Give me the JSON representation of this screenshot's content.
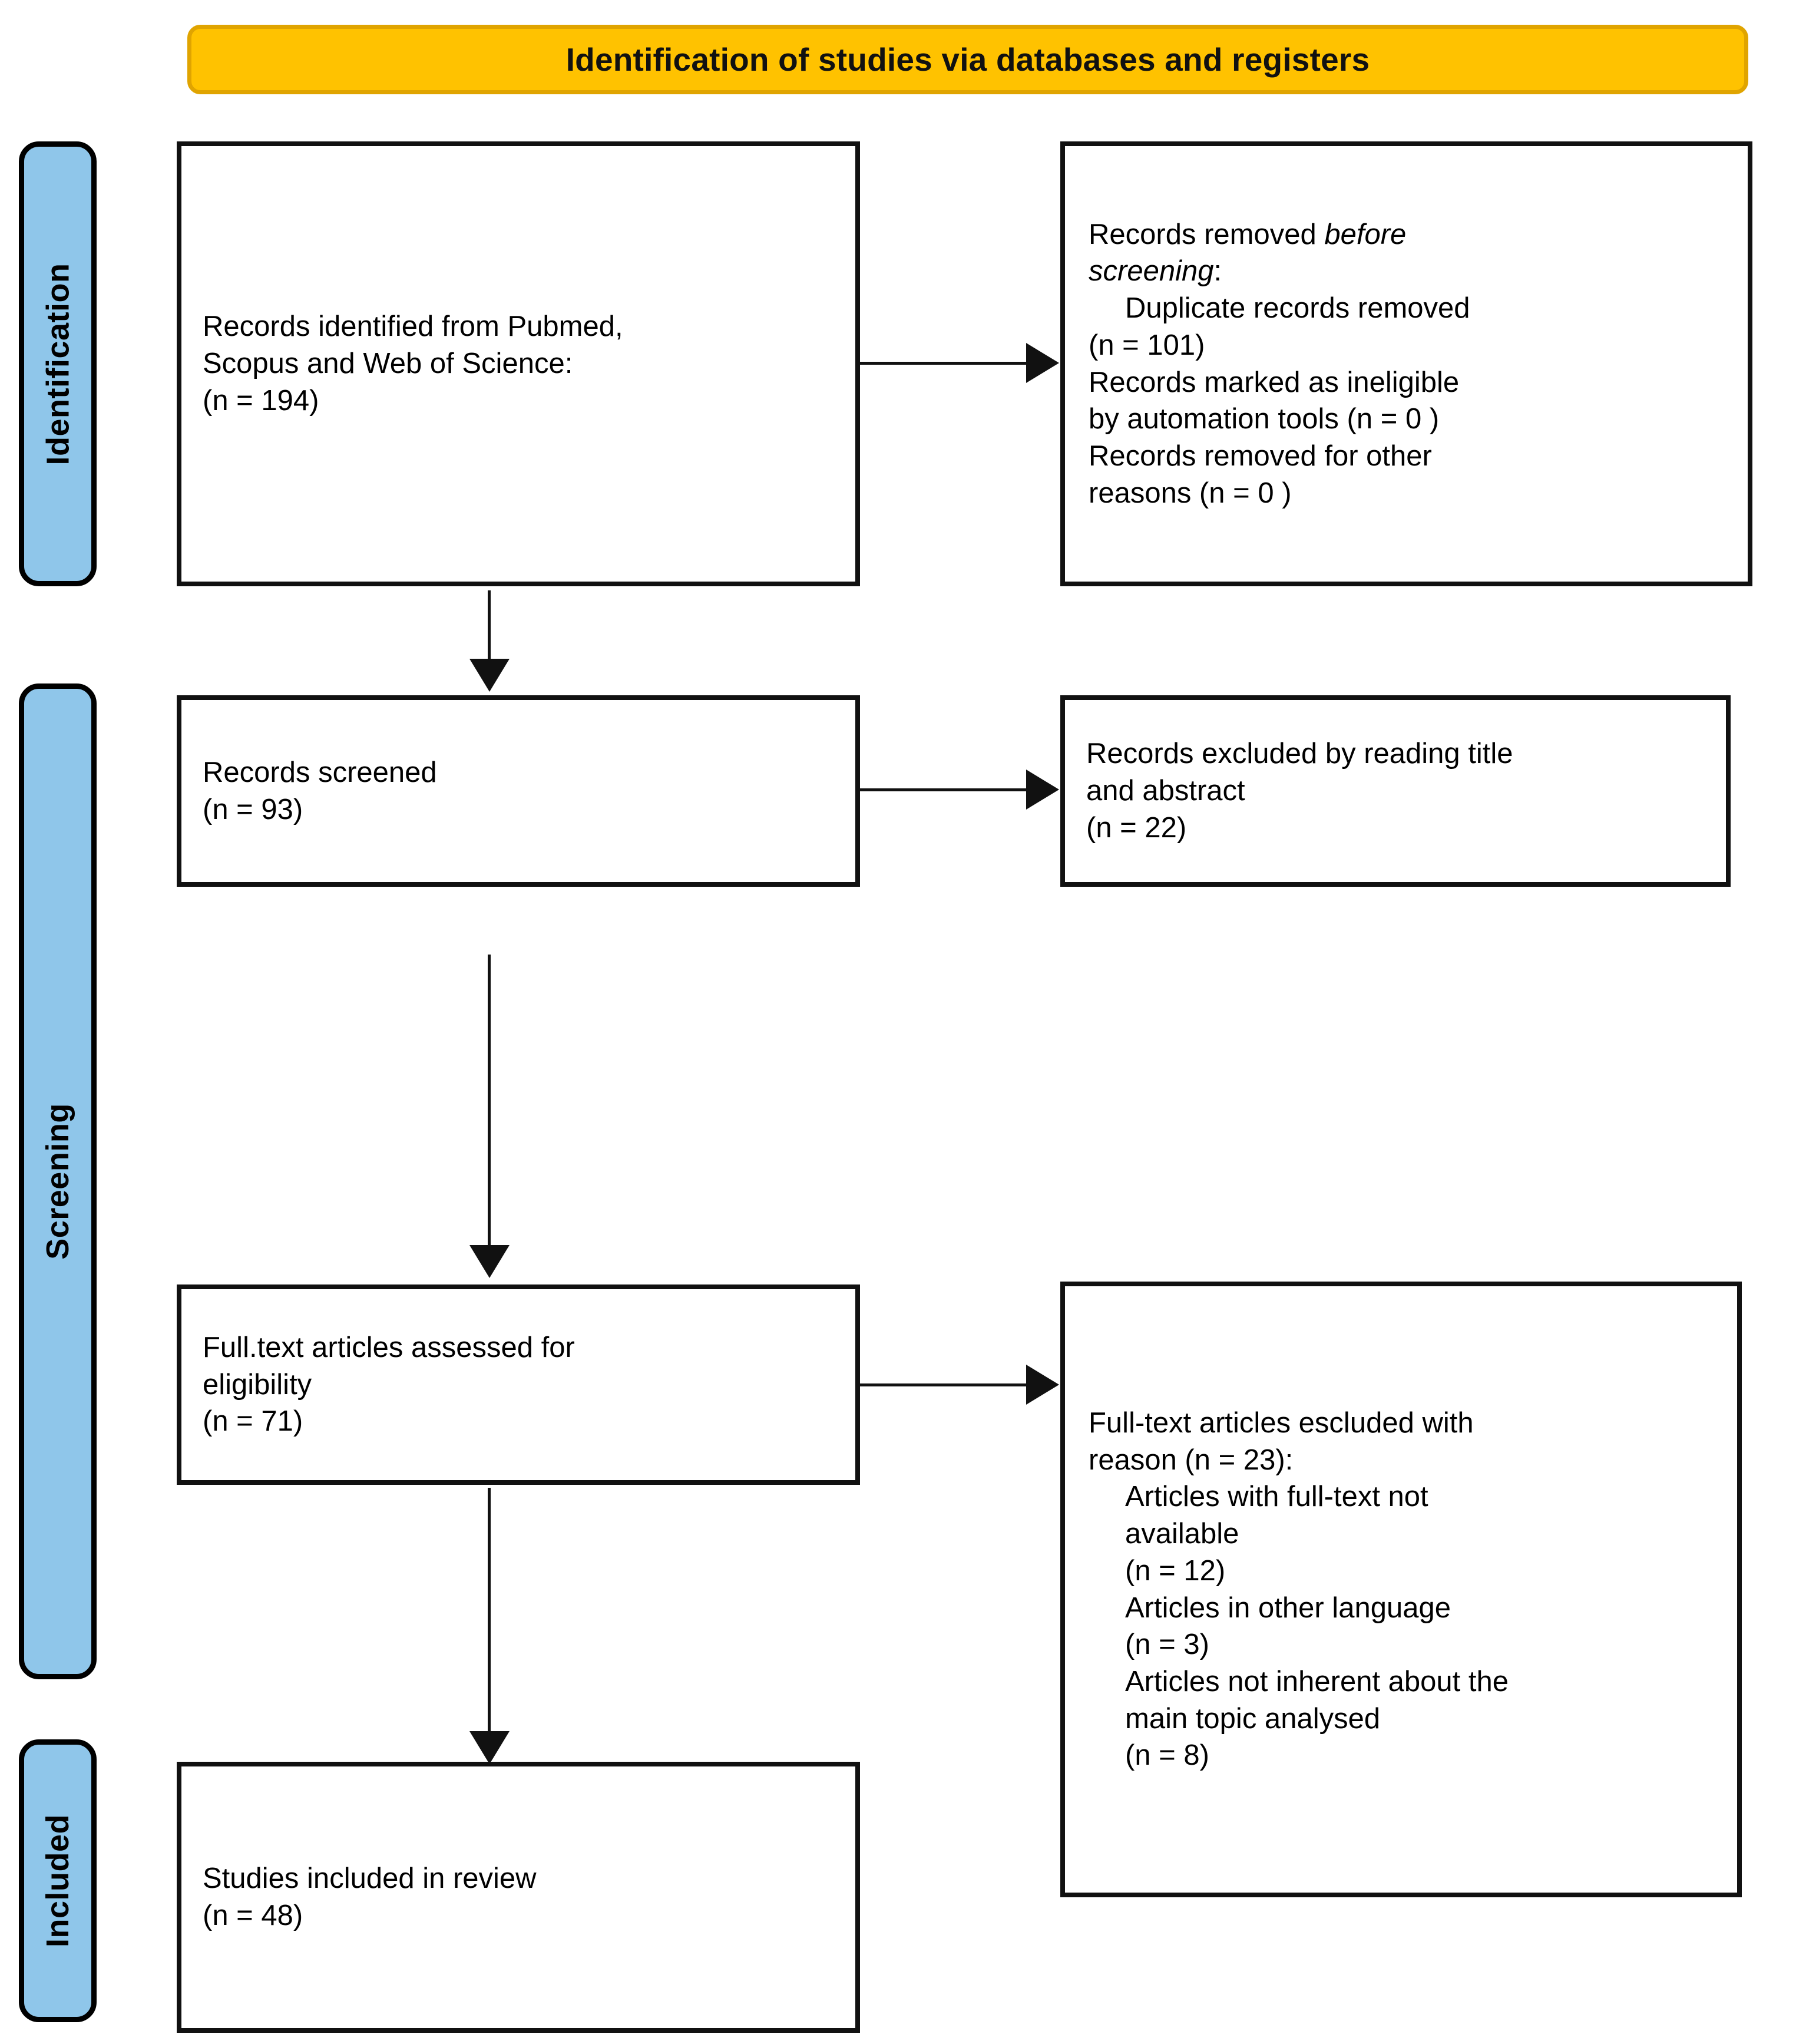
{
  "banner": {
    "title": "Identification of studies via databases and registers",
    "fill_color": "#FFC200",
    "border_color": "#E0A400"
  },
  "stages": {
    "identification": "Identification",
    "screening": "Screening",
    "included": "Included",
    "fill_color": "#8FC6EA",
    "border_color": "#000000"
  },
  "boxes": {
    "identified": {
      "line1": "Records identified from Pubmed,",
      "line2": "Scopus and Web of Science:",
      "line3": "(n = 194)"
    },
    "removed": {
      "lead_plain": "Records removed ",
      "lead_italic_a": "before",
      "lead_italic_b": "screening",
      "lead_colon": ":",
      "item1_a": "Duplicate records removed",
      "item1_b": "(n = 101)",
      "item2_a": "Records marked as ineligible",
      "item2_b": "by automation tools (n = 0 )",
      "item3_a": "Records removed for other",
      "item3_b": "reasons (n = 0 )"
    },
    "screened": {
      "line1": "Records screened",
      "line2": "(n = 93)"
    },
    "excluded": {
      "line1": "Records excluded by reading title",
      "line2": "and abstract",
      "line3": "(n = 22)"
    },
    "fulltext": {
      "line1": "Full.text articles assessed for",
      "line2": "eligibility",
      "line3": "(n = 71)"
    },
    "fullexcl": {
      "lead1": "Full-text articles escluded with",
      "lead2": "reason (n = 23):",
      "item1_a": "Articles with full-text not",
      "item1_b": "available",
      "item1_c": "(n = 12)",
      "item2_a": "Articles in other language",
      "item2_b": "(n = 3)",
      "item3_a": "Articles not inherent about the",
      "item3_b": "main topic analysed",
      "item3_c": "(n = 8)"
    },
    "included": {
      "line1": "Studies included in review",
      "line2": "(n = 48)"
    }
  },
  "chart_data": {
    "type": "diagram",
    "title": "Identification of studies via databases and registers",
    "nodes": [
      {
        "id": "identified",
        "stage": "Identification",
        "label": "Records identified from Pubmed, Scopus and Web of Science",
        "n": 194
      },
      {
        "id": "removed",
        "stage": "Identification",
        "label": "Records removed before screening",
        "n": 101,
        "breakdown": [
          {
            "label": "Duplicate records removed",
            "n": 101
          },
          {
            "label": "Records marked as ineligible by automation tools",
            "n": 0
          },
          {
            "label": "Records removed for other reasons",
            "n": 0
          }
        ]
      },
      {
        "id": "screened",
        "stage": "Screening",
        "label": "Records screened",
        "n": 93
      },
      {
        "id": "excluded",
        "stage": "Screening",
        "label": "Records excluded by reading title and abstract",
        "n": 22
      },
      {
        "id": "fulltext",
        "stage": "Screening",
        "label": "Full.text articles assessed for eligibility",
        "n": 71
      },
      {
        "id": "fullexcl",
        "stage": "Screening",
        "label": "Full-text articles escluded with reason",
        "n": 23,
        "breakdown": [
          {
            "label": "Articles with full-text not available",
            "n": 12
          },
          {
            "label": "Articles in other language",
            "n": 3
          },
          {
            "label": "Articles not inherent about the main topic analysed",
            "n": 8
          }
        ]
      },
      {
        "id": "included",
        "stage": "Included",
        "label": "Studies included in review",
        "n": 48
      }
    ],
    "edges": [
      {
        "from": "identified",
        "to": "removed",
        "direction": "right"
      },
      {
        "from": "identified",
        "to": "screened",
        "direction": "down"
      },
      {
        "from": "screened",
        "to": "excluded",
        "direction": "right"
      },
      {
        "from": "screened",
        "to": "fulltext",
        "direction": "down"
      },
      {
        "from": "fulltext",
        "to": "fullexcl",
        "direction": "right"
      },
      {
        "from": "fulltext",
        "to": "included",
        "direction": "down"
      }
    ]
  }
}
